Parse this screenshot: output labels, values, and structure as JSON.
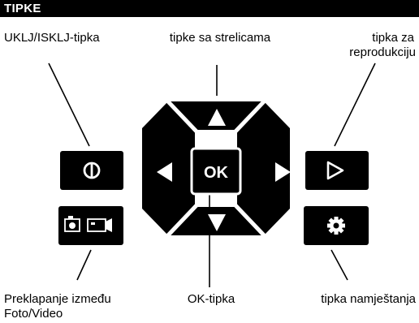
{
  "header": {
    "title": "TIPKE"
  },
  "labels": {
    "power": "UKLJ/ISKLJ-tipka",
    "arrows": "tipke sa strelicama",
    "playback_line1": "tipka za",
    "playback_line2": "reprodukciju",
    "mode_line1": "Preklapanje između",
    "mode_line2": "Foto/Video",
    "ok": "OK-tipka",
    "settings": "tipka namještanja"
  },
  "buttons": {
    "ok_text": "OK"
  },
  "icons": {
    "power": "power-icon",
    "camera": "camera-icon",
    "video": "video-camera-icon",
    "up": "arrow-up-icon",
    "down": "arrow-down-icon",
    "left": "arrow-left-icon",
    "right": "arrow-right-icon",
    "play": "play-icon",
    "settings": "gear-icon"
  }
}
